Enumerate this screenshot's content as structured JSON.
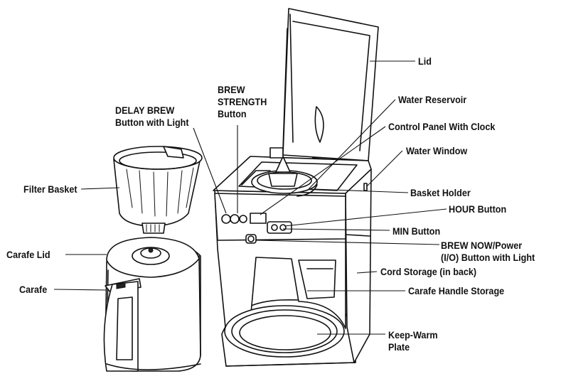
{
  "labels": {
    "lid": "Lid",
    "water_reservoir": "Water Reservoir",
    "control_panel": "Control Panel With Clock",
    "water_window": "Water Window",
    "basket_holder": "Basket Holder",
    "hour_button": "HOUR Button",
    "min_button": "MIN Button",
    "brew_now_line1": "BREW NOW/Power",
    "brew_now_line2": "(I/O) Button with Light",
    "cord_storage": "Cord Storage (in back)",
    "carafe_handle_storage": "Carafe Handle Storage",
    "keep_warm_line1": "Keep-Warm",
    "keep_warm_line2": "Plate",
    "brew_strength_line1": "BREW",
    "brew_strength_line2": "STRENGTH",
    "brew_strength_line3": "Button",
    "delay_brew_line1": "DELAY BREW",
    "delay_brew_line2": "Button with Light",
    "filter_basket": "Filter Basket",
    "carafe_lid": "Carafe Lid",
    "carafe": "Carafe"
  }
}
